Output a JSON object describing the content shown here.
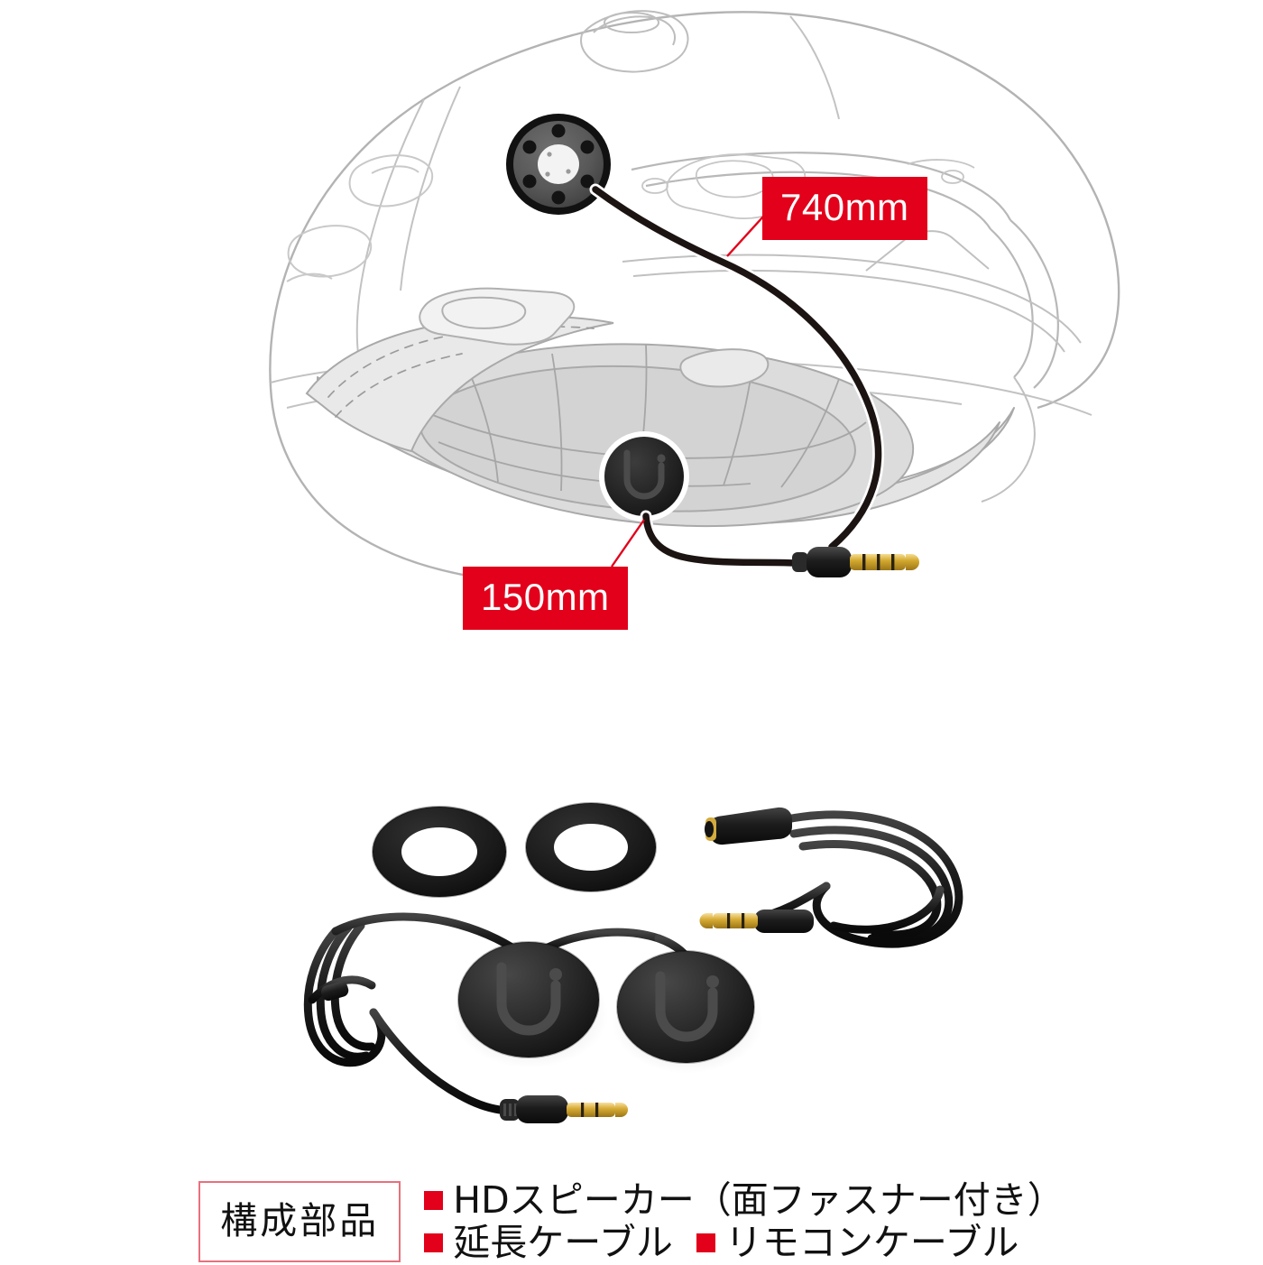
{
  "document": {
    "title": "ヘルメット取付図 / 構成部品",
    "background_color": "#ffffff",
    "accent_color": "#e2001a"
  },
  "helmet_diagram": {
    "name": "helmet-installation-diagram",
    "description": "フルフェイスヘルメット断面図にHDスピーカーとケーブルの取付位置を示した線画",
    "callouts": [
      {
        "id": "cable-740",
        "label": "740mm",
        "refers_to": "リモコンケーブル長",
        "box_color": "#e2001a",
        "text_color": "#ffffff"
      },
      {
        "id": "cable-150",
        "label": "150mm",
        "refers_to": "スピーカー間ケーブル長",
        "box_color": "#e2001a",
        "text_color": "#ffffff"
      }
    ],
    "elements": {
      "velcro_disc_label": "面ファスナー",
      "speaker_logo": "U",
      "plug_type": "3.5mm 4極プラグ"
    }
  },
  "parts_photo": {
    "name": "components-photo",
    "items": [
      {
        "id": "velcro-ring-left",
        "label": "面ファスナー"
      },
      {
        "id": "velcro-ring-right",
        "label": "面ファスナー"
      },
      {
        "id": "hd-speaker-left",
        "label": "HDスピーカー",
        "logo": "U"
      },
      {
        "id": "hd-speaker-right",
        "label": "HDスピーカー",
        "logo": "U"
      },
      {
        "id": "extension-cable",
        "label": "延長ケーブル"
      },
      {
        "id": "remote-cable",
        "label": "リモコンケーブル"
      }
    ]
  },
  "caption": {
    "badge": "構成部品",
    "badge_border_color": "#e8707e",
    "bullet_color": "#e2001a",
    "lines": [
      {
        "items": [
          {
            "text": "HDスピーカー（面ファスナー付き）"
          }
        ]
      },
      {
        "items": [
          {
            "text": "延長ケーブル"
          },
          {
            "text": "リモコンケーブル"
          }
        ]
      }
    ]
  }
}
